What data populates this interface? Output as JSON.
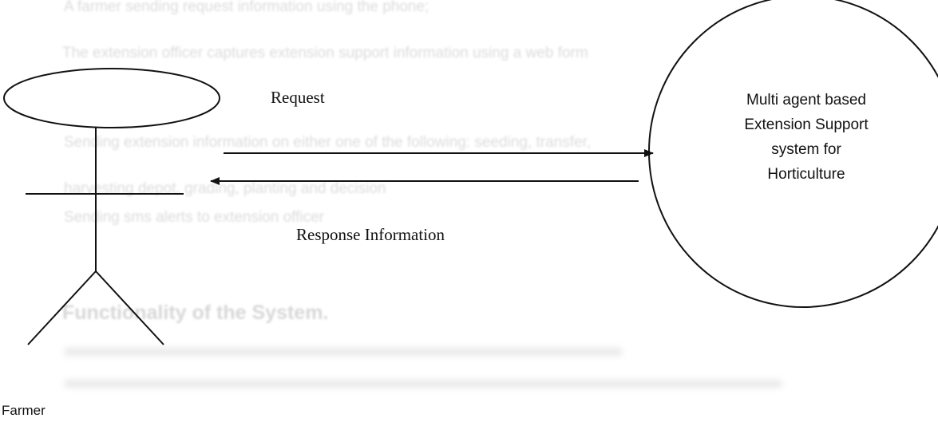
{
  "background_text": {
    "lines": [
      "A farmer sending request information using the phone;",
      "The extension officer captures extension support information using a web form",
      "Sending extension information on either one of the following: seeding, transfer,",
      "harvesting depot, grading, planting and decision",
      "Sending sms alerts to extension officer"
    ],
    "heading": "Functionality of the System."
  },
  "diagram": {
    "actor": {
      "label": "Farmer"
    },
    "system": {
      "label_lines": [
        "Multi agent based",
        "Extension Support",
        "system for",
        "Horticulture"
      ]
    },
    "flows": {
      "request": {
        "label": "Request",
        "direction": "actor-to-system"
      },
      "response": {
        "label": "Response Information",
        "direction": "system-to-actor"
      }
    }
  },
  "colors": {
    "stroke": "#111111",
    "bleed_text": "#c9c9c9"
  }
}
